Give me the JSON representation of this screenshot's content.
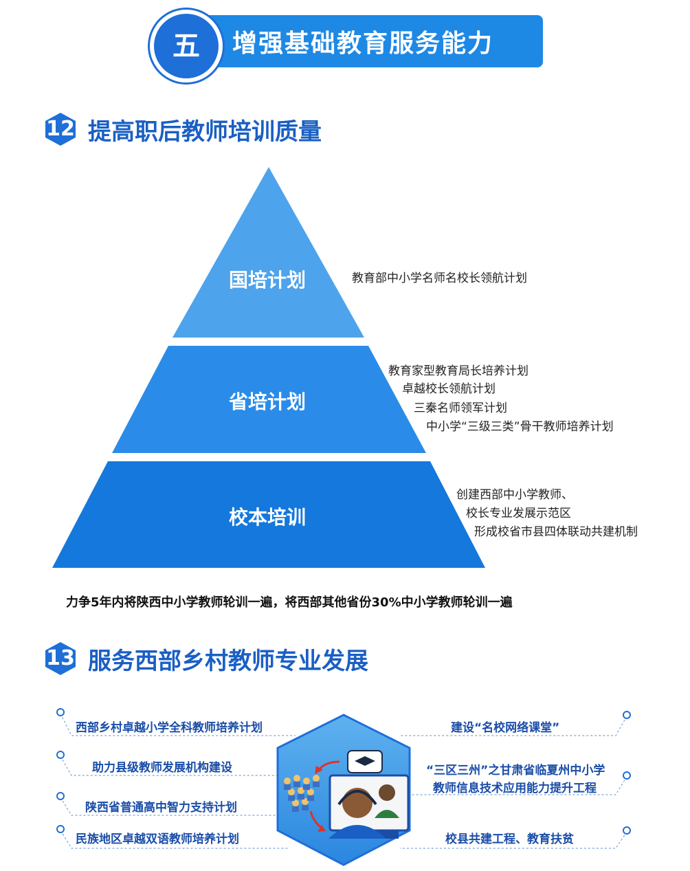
{
  "header": {
    "number": "五",
    "title": "增强基础教育服务能力"
  },
  "section12": {
    "number": "12",
    "title": "提高职后教师培训质量",
    "tiers": [
      {
        "label": "国培计划",
        "notes": [
          "教育部中小学名师名校长领航计划"
        ]
      },
      {
        "label": "省培计划",
        "notes": [
          "教育家型教育局长培养计划",
          "卓越校长领航计划",
          "三秦名师领军计划",
          "中小学“三级三类”骨干教师培养计划"
        ]
      },
      {
        "label": "校本培训",
        "notes": [
          "创建西部中小学教师、",
          "校长专业发展示范区",
          "形成校省市县四体联动共建机制"
        ]
      }
    ],
    "goal": "力争5年内将陕西中小学教师轮训一遍，将西部其他省份30%中小学教师轮训一遍"
  },
  "section13": {
    "number": "13",
    "title": "服务西部乡村教师专业发展",
    "left_items": [
      "西部乡村卓越小学全科教师培养计划",
      "助力县级教师发展机构建设",
      "陕西省普通高中智力支持计划",
      "民族地区卓越双语教师培养计划"
    ],
    "right_items": [
      "建设“名校网络课堂”",
      "“三区三州”之甘肃省临夏州中小学",
      "教师信息技术应用能力提升工程",
      "校县共建工程、教育扶贫"
    ]
  },
  "colors": {
    "primary": "#1e88e5",
    "dark": "#1a5fc4",
    "tier1": "#4da3ec",
    "tier2": "#2a8ce8",
    "tier3": "#1478dc"
  }
}
